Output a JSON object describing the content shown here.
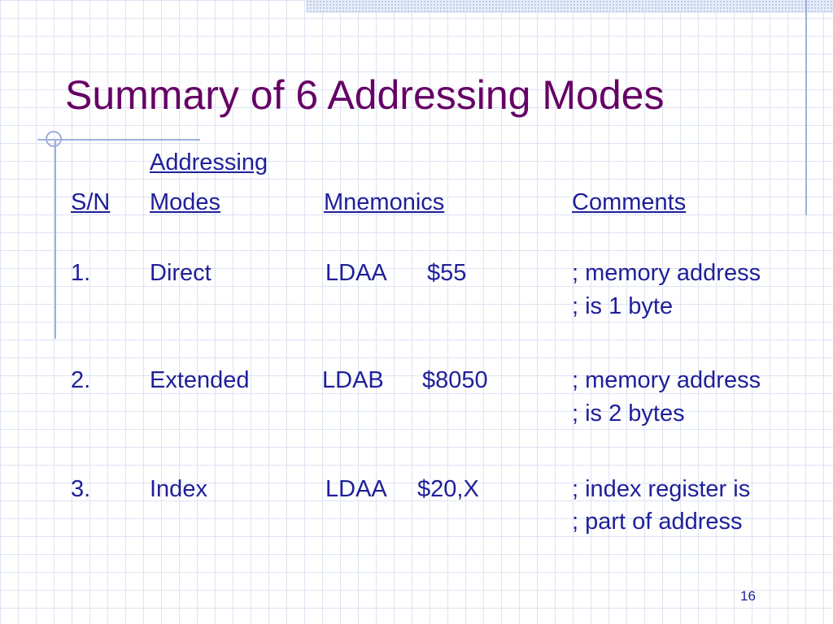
{
  "title": "Summary of 6 Addressing Modes",
  "headers": {
    "modes_line1": "Addressing",
    "sn": "S/N",
    "modes_line2": "Modes",
    "mnemonics": "Mnemonics",
    "comments": "Comments"
  },
  "rows": [
    {
      "sn": "1.",
      "mode": "Direct",
      "op": "LDAA",
      "operand": "$55",
      "comment1": "; memory address",
      "comment2": "; is 1 byte"
    },
    {
      "sn": "2.",
      "mode": "Extended",
      "op": "LDAB",
      "operand": "$8050",
      "comment1": "; memory address",
      "comment2": "; is 2 bytes"
    },
    {
      "sn": "3.",
      "mode": "Index",
      "op": "LDAA",
      "operand": "$20,X",
      "comment1": "; index register is",
      "comment2": "; part of  address"
    }
  ],
  "slide_number": "16",
  "colors": {
    "title": "#660066",
    "body": "#1f1f99",
    "grid": "#dce3f2",
    "accent_line": "#9fb0de"
  }
}
